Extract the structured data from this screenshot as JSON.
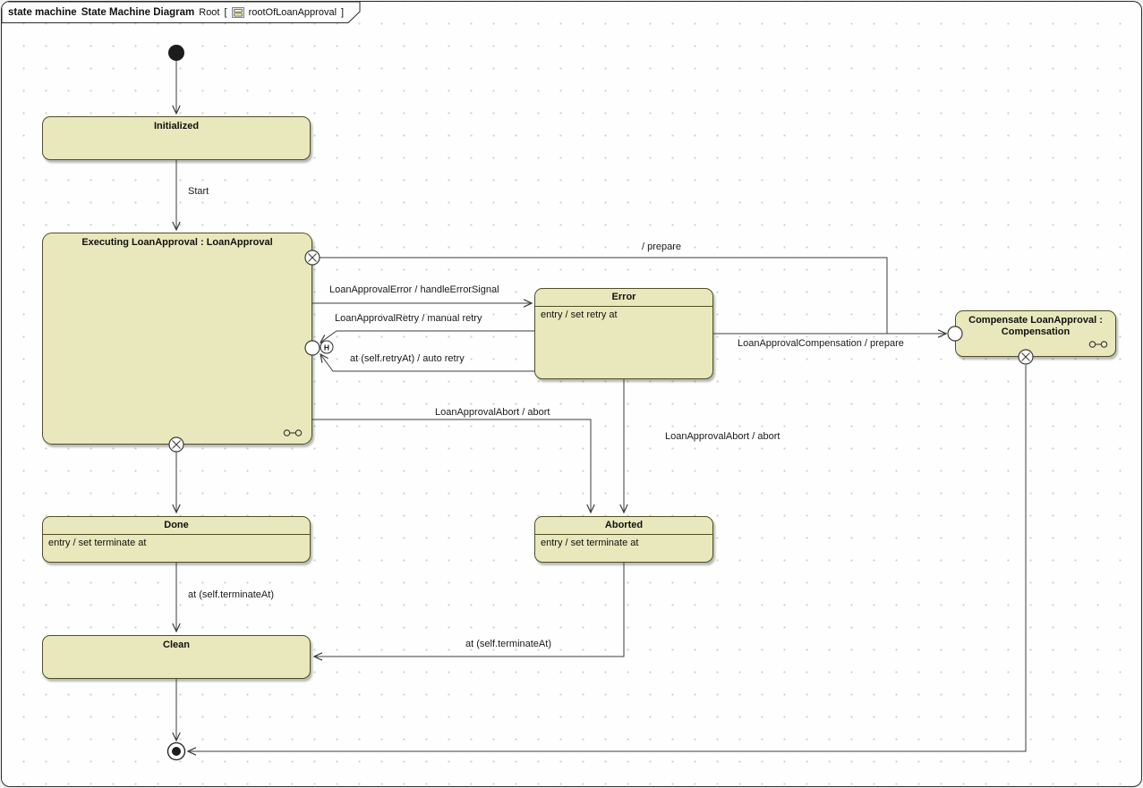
{
  "frame": {
    "kind": "state machine",
    "diagram_type": "State Machine Diagram",
    "context": "Root",
    "open_bracket": "[",
    "ref": "rootOfLoanApproval",
    "close_bracket": "]"
  },
  "states": {
    "initialized": {
      "title": "Initialized"
    },
    "executing": {
      "title": "Executing LoanApproval : LoanApproval"
    },
    "error": {
      "title": "Error",
      "body": "entry / set retry at"
    },
    "compensate": {
      "title": "Compensate LoanApproval : Compensation"
    },
    "done": {
      "title": "Done",
      "body": "entry / set terminate at"
    },
    "aborted": {
      "title": "Aborted",
      "body": "entry / set terminate at"
    },
    "clean": {
      "title": "Clean"
    }
  },
  "labels": {
    "start": "Start",
    "prepare": "/ prepare",
    "error_signal": "LoanApprovalError / handleErrorSignal",
    "manual_retry": "LoanApprovalRetry / manual retry",
    "auto_retry": "at (self.retryAt) / auto retry",
    "compensation": "LoanApprovalCompensation / prepare",
    "abort_exec": "LoanApprovalAbort / abort",
    "abort_error": "LoanApprovalAbort / abort",
    "terminate_done": "at (self.terminateAt)",
    "terminate_aborted": "at (self.terminateAt)"
  },
  "pseudostates": {
    "history": "H"
  },
  "colors": {
    "state_fill": "#e8e8bc",
    "state_border": "#4f4f26",
    "line": "#3c3c3c"
  }
}
